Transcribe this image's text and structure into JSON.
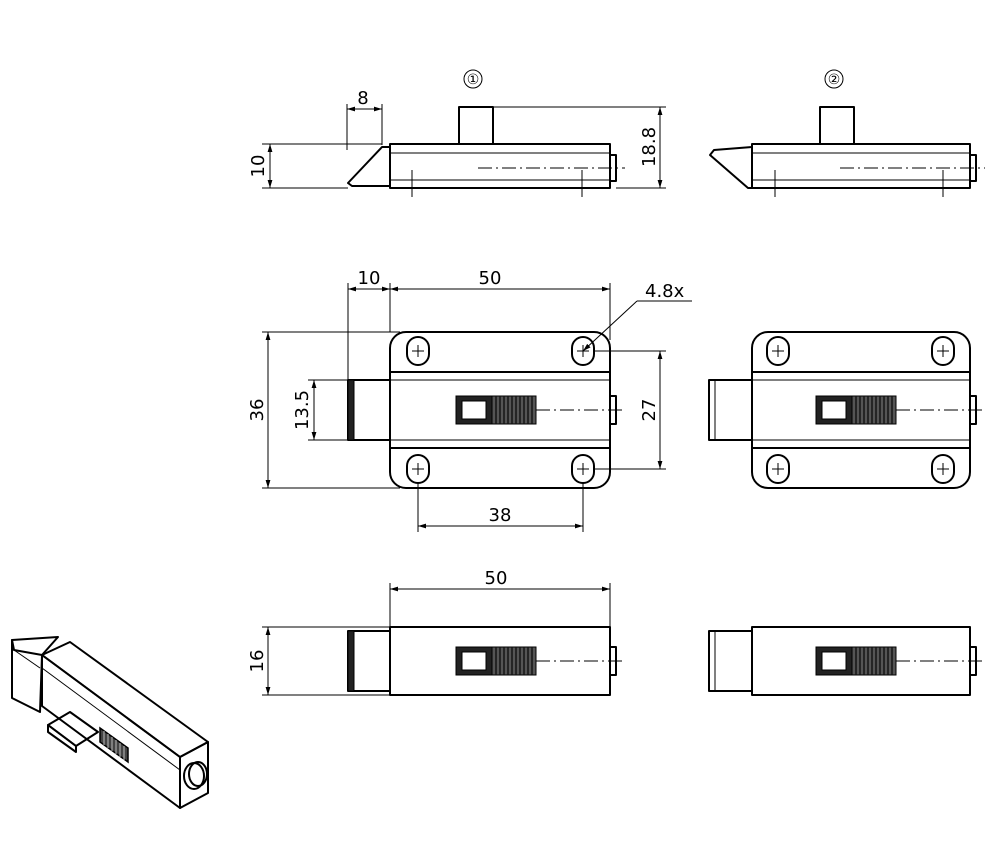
{
  "views": {
    "variant_1": "①",
    "variant_2": "②"
  },
  "dimensions": {
    "bevel_length": "8",
    "bolt_height": "10",
    "overall_height": "18.8",
    "bolt_projection": "10",
    "body_length": "50",
    "hole_spec": "4.8x",
    "plate_height": "36",
    "bolt_width": "13.5",
    "mount_spacing_v": "27",
    "mount_spacing_h": "38",
    "bottom_length": "50",
    "bottom_height": "16"
  }
}
